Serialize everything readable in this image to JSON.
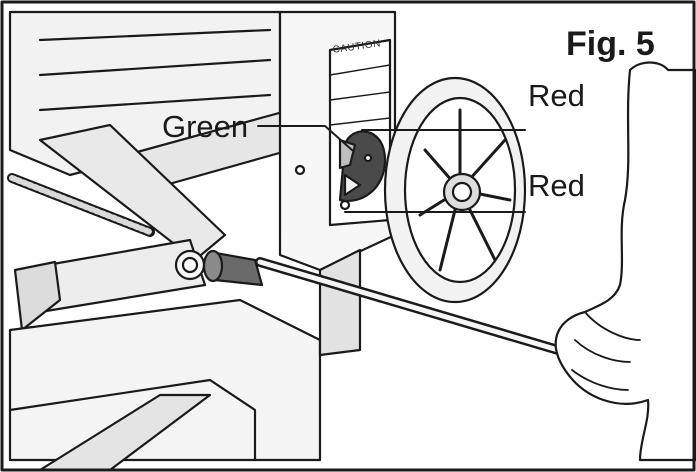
{
  "figure": {
    "title": "Fig. 5",
    "caution_text": "CAUTION",
    "labels": {
      "green": "Green",
      "red_top": "Red",
      "red_bottom": "Red"
    },
    "colors": {
      "line": "#1a1a1a",
      "fill_light": "#f2f2f2",
      "fill_mid": "#d9d9d9",
      "fill_dark": "#555555"
    }
  }
}
